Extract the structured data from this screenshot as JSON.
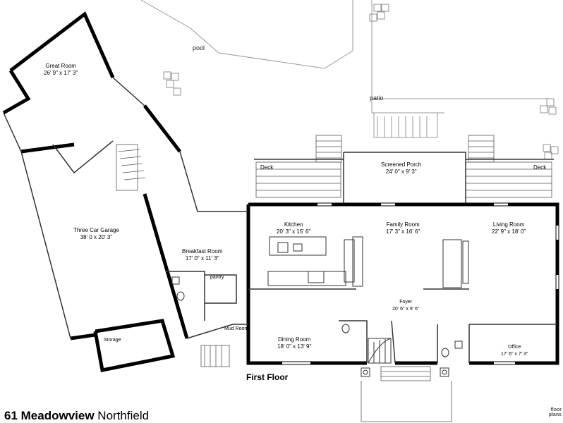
{
  "rooms": {
    "great_room": {
      "name": "Great Room",
      "dims": "26' 9\" x 17' 3\""
    },
    "three_car_garage": {
      "name": "Three Car Garage",
      "dims": "38' 0 x 20' 3\""
    },
    "kitchen": {
      "name": "Kitchen",
      "dims": "20' 3\" x 15' 6\""
    },
    "family_room": {
      "name": "Family Room",
      "dims": "17' 3\" x 16' 6\""
    },
    "living_room": {
      "name": "Living Room",
      "dims": "22' 9\" x 18' 0\""
    },
    "screened_porch": {
      "name": "Screened Porch",
      "dims": "24' 0\" x 9' 3\""
    },
    "breakfast_room": {
      "name": "Breakfast Room",
      "dims": "17' 0\" x 11' 3\""
    },
    "foyer": {
      "name": "Foyer",
      "dims": "20' 6\" x 9' 6\""
    },
    "dining_room": {
      "name": "Dining Room",
      "dims": "18' 0\" x 13' 9\""
    },
    "office": {
      "name": "Office",
      "dims": "17' 6\" x 7' 3\""
    },
    "pantry": {
      "name": "pantry"
    },
    "mud_room": {
      "name": "Mud Room"
    },
    "storage": {
      "name": "Storage"
    },
    "deck_left": {
      "name": "Deck"
    },
    "deck_right": {
      "name": "Deck"
    }
  },
  "outdoor": {
    "pool": "pool",
    "patio": "patio"
  },
  "floor_label": "First Floor",
  "address": {
    "number_street": "61 Meadowview",
    "town": "Northfield"
  },
  "logo": {
    "line1": "floor",
    "line2": "plans"
  },
  "colors": {
    "wall": "#000000",
    "thin_line": "#444444",
    "outdoor_line": "#999999",
    "background": "#ffffff"
  }
}
